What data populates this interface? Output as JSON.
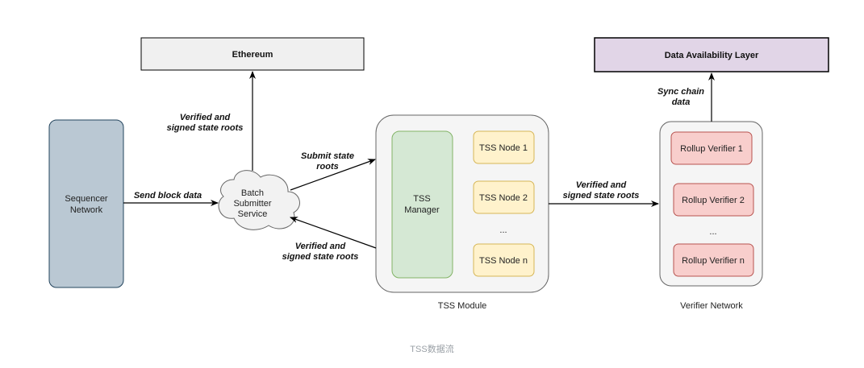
{
  "nodes": {
    "ethereum": "Ethereum",
    "data_availability_layer": "Data Availability Layer",
    "sequencer_network": [
      "Sequencer",
      "Network"
    ],
    "batch_submitter": [
      "Batch",
      "Submitter",
      "Service"
    ],
    "tss_manager": [
      "TSS",
      "Manager"
    ],
    "tss_nodes": [
      "TSS Node 1",
      "TSS Node 2",
      "TSS Node n"
    ],
    "tss_ellipsis": "...",
    "rollup_verifiers": [
      "Rollup Verifier 1",
      "Rollup Verifier 2",
      "Rollup Verifier n"
    ],
    "verifier_ellipsis": "..."
  },
  "groups": {
    "tss_module": "TSS Module",
    "verifier_network": "Verifier Network"
  },
  "edges": {
    "send_block_data": "Send block data",
    "verified_to_ethereum": [
      "Verified and",
      "signed state roots"
    ],
    "submit_state_roots": [
      "Submit state",
      "roots"
    ],
    "verified_back_to_batch": [
      "Verified and",
      "signed state roots"
    ],
    "verified_to_verifiers": [
      "Verified and",
      "signed state roots"
    ],
    "sync_chain_data": [
      "Sync chain",
      "data"
    ]
  },
  "caption": "TSS数据流",
  "colors": {
    "ethereum_fill": "#f0f0f0",
    "dal_fill": "#e1d5e7",
    "sequencer_fill": "#bac8d3",
    "sequencer_stroke": "#23445d",
    "container_fill": "#f5f5f5",
    "container_stroke": "#666666",
    "manager_fill": "#d5e8d4",
    "manager_stroke": "#82b366",
    "tss_node_fill": "#fff2cc",
    "tss_node_stroke": "#d6b656",
    "verifier_fill": "#f8cecc",
    "verifier_stroke": "#b85450",
    "caption_color": "#9aa0a6"
  }
}
